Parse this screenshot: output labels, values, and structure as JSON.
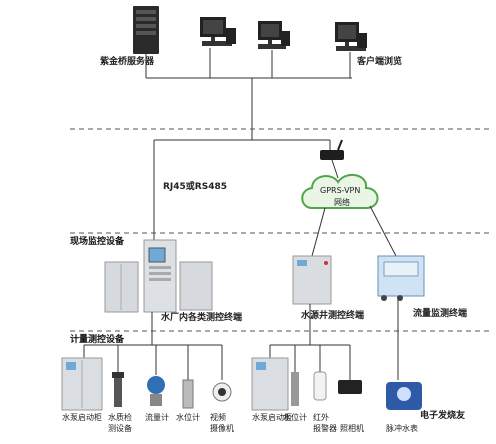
{
  "labels": {
    "server": "紫金桥服务器",
    "client": "客户端浏览",
    "rj45": "RJ45或RS485",
    "gprs_line1": "GPRS-VPN",
    "gprs_line2": "网络",
    "field_section": "现场监控设备",
    "metering_section": "计量测控设备",
    "plant_terminal": "水厂内各类测控终端",
    "well_terminal": "水源井测控终端",
    "flow_terminal": "流量监测终端",
    "dev_pump_cabinet": "水泵启动柜",
    "dev_quality_1": "水质检",
    "dev_quality_2": "测设备",
    "dev_flowmeter": "流量计",
    "dev_level": "水位计",
    "dev_camera_1": "视频",
    "dev_camera_2": "摄像机",
    "dev_pump_cabinet2": "水泵启动柜",
    "dev_level2": "水位计",
    "dev_alarm_1": "红外",
    "dev_alarm_2": "报警器",
    "dev_lamp": "照相机",
    "dev_pulse": "脉冲水表",
    "watermark": "电子发烧友"
  },
  "colors": {
    "line": "#333333",
    "cloud": "#4fa64a",
    "cabinet": "#d6d9de",
    "screen": "#6ea9d8"
  }
}
